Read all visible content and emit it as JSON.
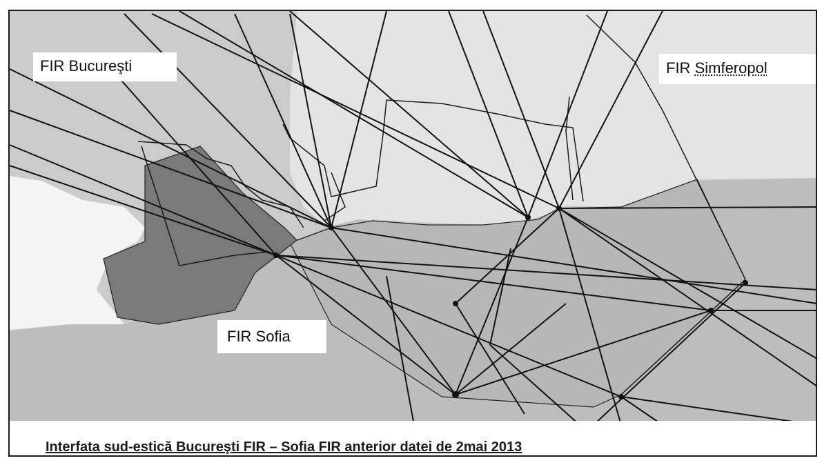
{
  "map": {
    "labels": {
      "fir_bucuresti": "FIR Bucureşti",
      "fir_simferopol_prefix": "FIR ",
      "fir_simferopol_name": "Simferopol",
      "fir_sofia": "FIR Sofia"
    },
    "caption": "Interfata sud-estică Bucureşti FIR – Sofia FIR anterior datei de  2mai 2013",
    "colors": {
      "romania_land": "#c9c9c9",
      "sea": "#e2e2e2",
      "bulgaria_land": "#bdbdbd",
      "dark_sector": "#7a7a7a",
      "routes": "#151515"
    }
  }
}
